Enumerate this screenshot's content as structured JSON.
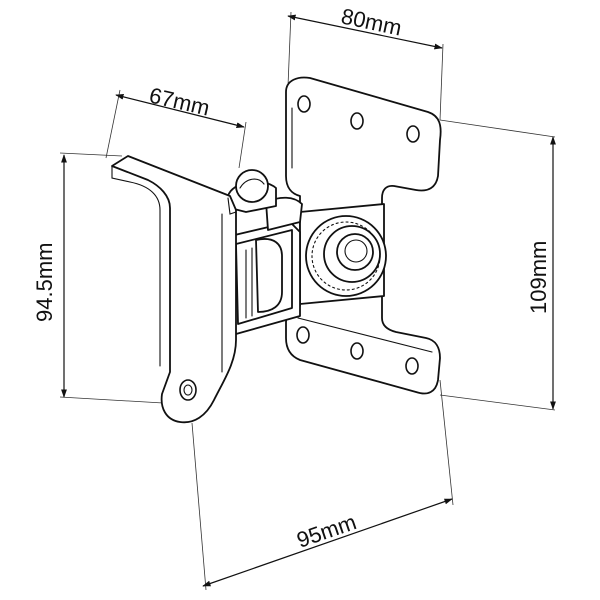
{
  "dimensions": {
    "top_width": "80mm",
    "arm_depth": "67mm",
    "bracket_height": "94.5mm",
    "plate_height": "109mm",
    "overall_width": "95mm"
  },
  "colors": {
    "line": "#111111",
    "background": "#ffffff"
  }
}
